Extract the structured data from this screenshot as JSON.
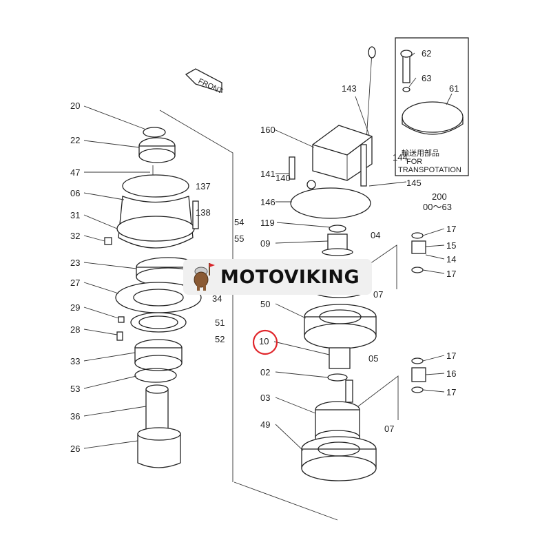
{
  "diagram": {
    "front_label": "FRONT",
    "transport_box": {
      "jp_text": "輸送用部品",
      "line1": "FOR",
      "line2": "TRANSPOTATION"
    },
    "assembly_ref": {
      "number": "200",
      "range": "00〜63"
    },
    "left_labels": [
      "20",
      "22",
      "47",
      "06",
      "31",
      "32",
      "23",
      "27",
      "29",
      "28",
      "33",
      "53",
      "36",
      "26"
    ],
    "left_right_labels": [
      "137",
      "138",
      "54",
      "55",
      "34",
      "51",
      "52"
    ],
    "right_labels": [
      "160",
      "141",
      "140",
      "146",
      "119",
      "09",
      "50",
      "10",
      "02",
      "03",
      "49"
    ],
    "right_side_labels": [
      "143",
      "144",
      "145",
      "04",
      "07",
      "05",
      "07"
    ],
    "box_labels": [
      "62",
      "63",
      "61"
    ],
    "valve_labels_top": [
      "17",
      "15",
      "14",
      "17"
    ],
    "valve_labels_bottom": [
      "17",
      "16",
      "17"
    ],
    "highlighted_part": "10",
    "highlight_color": "#e0262b"
  },
  "watermark": {
    "brand": "MOTOVIKING"
  }
}
